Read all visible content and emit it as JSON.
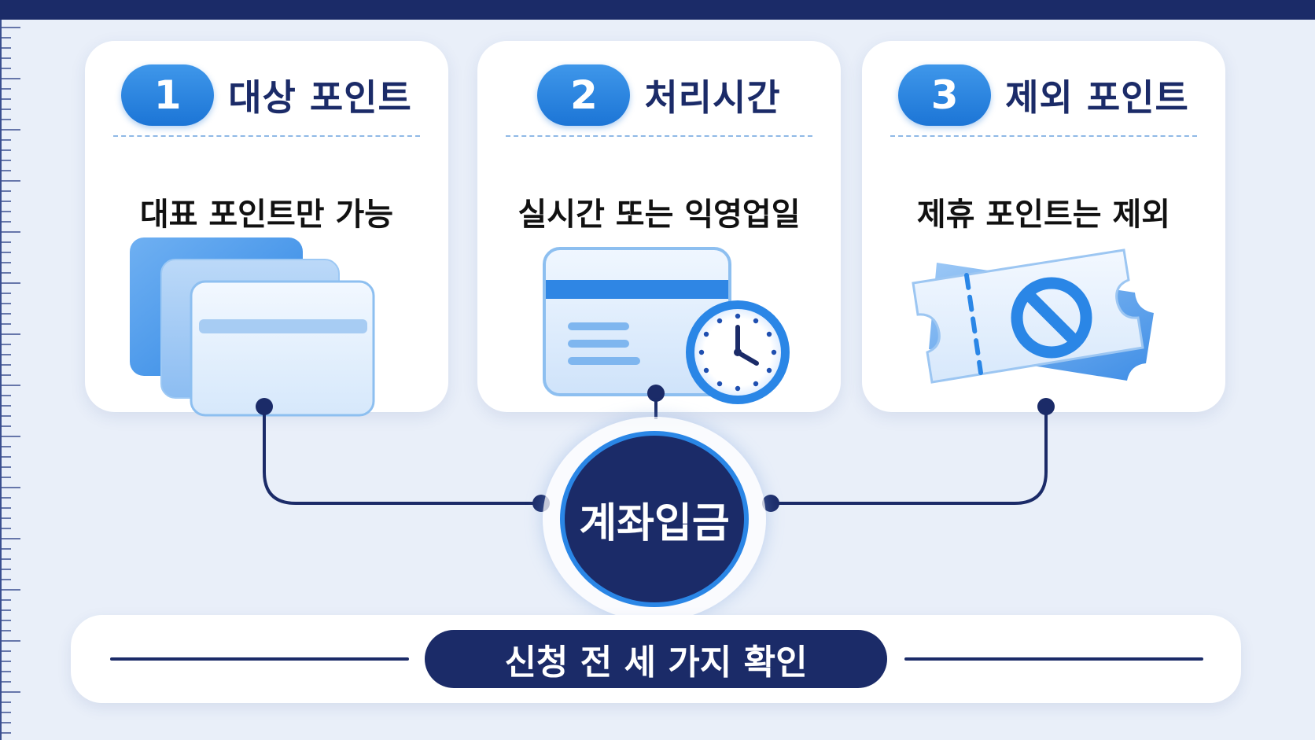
{
  "cards": [
    {
      "number": "1",
      "title": "대상 포인트",
      "subtitle": "대표 포인트만 가능",
      "icon": "stacked-cards-icon"
    },
    {
      "number": "2",
      "title": "처리시간",
      "subtitle": "실시간 또는 익영업일",
      "icon": "card-clock-icon"
    },
    {
      "number": "3",
      "title": "제외 포인트",
      "subtitle": "제휴 포인트는 제외",
      "icon": "ticket-prohibited-icon"
    }
  ],
  "center": {
    "label": "계좌입금"
  },
  "footer": {
    "label": "신청 전 세 가지 확인"
  },
  "colors": {
    "navy": "#1b2b68",
    "accent_blue": "#2a86e6",
    "background": "#e9eff9",
    "card": "#ffffff"
  }
}
